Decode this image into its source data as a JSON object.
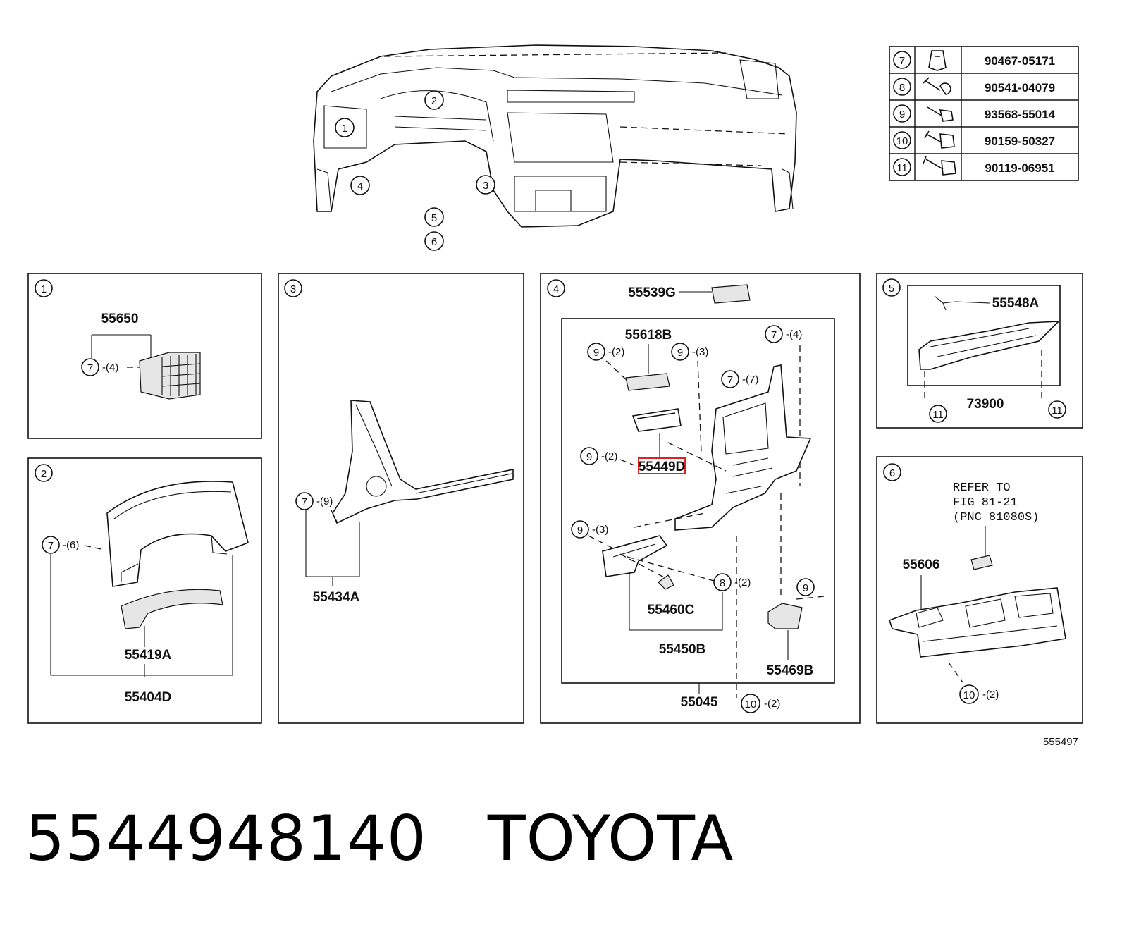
{
  "table": {
    "rows": [
      {
        "ref": "7",
        "part": "90467-05171",
        "icon": "clip-icon"
      },
      {
        "ref": "8",
        "part": "90541-04079",
        "icon": "pin-icon"
      },
      {
        "ref": "9",
        "part": "93568-55014",
        "icon": "screw-icon"
      },
      {
        "ref": "10",
        "part": "90159-50327",
        "icon": "bolt-icon"
      },
      {
        "ref": "11",
        "part": "90119-06951",
        "icon": "bolt-washer-icon"
      }
    ]
  },
  "overview": {
    "callouts": [
      "1",
      "2",
      "3",
      "4",
      "5",
      "6"
    ]
  },
  "panels": {
    "p1": {
      "num": "1",
      "part": "55650",
      "fastener": "7",
      "qty": "-(4)"
    },
    "p2": {
      "num": "2",
      "part_outer": "55404D",
      "part_inner": "55419A",
      "fastener": "7",
      "qty": "-(6)"
    },
    "p3": {
      "num": "3",
      "part": "55434A",
      "fastener": "7",
      "qty": "-(9)"
    },
    "p4": {
      "num": "4",
      "p55539G": "55539G",
      "p55618B": "55618B",
      "p55449D": "55449D",
      "p55460C": "55460C",
      "p55450B": "55450B",
      "p55469B": "55469B",
      "p55045": "55045",
      "c9a": "9",
      "q9a": "-(2)",
      "c9b": "9",
      "q9b": "-(3)",
      "c7a": "7",
      "q7a": "-(4)",
      "c7b": "7",
      "q7b": "-(7)",
      "c9c": "9",
      "q9c": "-(2)",
      "c9d": "9",
      "q9d": "-(3)",
      "c8": "8",
      "q8": "-(2)",
      "c9e": "9",
      "c10": "10",
      "q10": "-(2)"
    },
    "p5": {
      "num": "5",
      "part_top": "55548A",
      "part_main": "73900",
      "c11a": "11",
      "c11b": "11"
    },
    "p6": {
      "num": "6",
      "refer1": "REFER TO",
      "refer2": "FIG 81-21",
      "refer3": "(PNC 81080S)",
      "part": "55606",
      "c10": "10",
      "q10": "-(2)"
    }
  },
  "figure_id": "555497",
  "footer": {
    "part_number": "5544948140",
    "brand": "TOYOTA"
  },
  "colors": {
    "highlight": "#e02020",
    "line": "#111111"
  }
}
